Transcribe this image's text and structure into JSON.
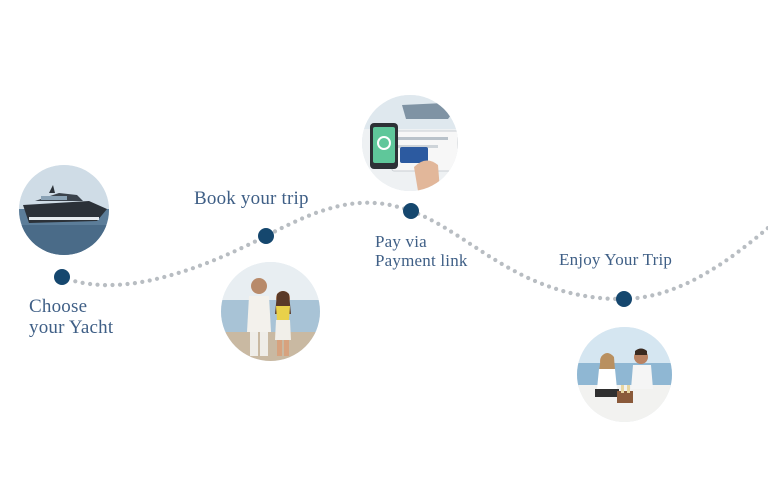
{
  "colors": {
    "accent": "#15476e",
    "label": "#3f5f86",
    "dots": "#b8bdc2"
  },
  "steps": [
    {
      "label_lines": [
        "Choose",
        "your Yacht"
      ],
      "photo_icon": "yacht-photo"
    },
    {
      "label_lines": [
        "Book your trip"
      ],
      "photo_icon": "couple-photo"
    },
    {
      "label_lines": [
        "Pay via",
        "Payment link"
      ],
      "photo_icon": "payment-photo"
    },
    {
      "label_lines": [
        "Enjoy Your Trip"
      ],
      "photo_icon": "friends-on-boat-photo"
    }
  ]
}
